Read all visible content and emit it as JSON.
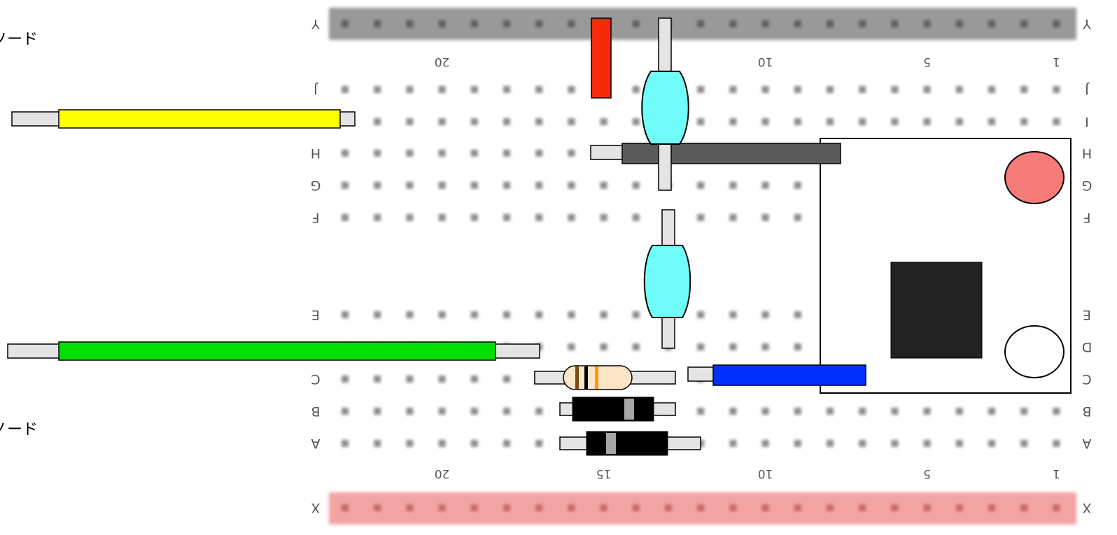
{
  "labels": {
    "cathode": "ソード",
    "anode": "ノード"
  },
  "breadboard": {
    "rail_top_letter": "Y",
    "rail_bottom_letter": "X",
    "row_letters_top": [
      "J",
      "I",
      "H",
      "G",
      "F"
    ],
    "row_letters_bottom": [
      "E",
      "D",
      "C",
      "B",
      "A"
    ],
    "column_numbers_top": [
      "20",
      "10",
      "5",
      "1"
    ],
    "column_numbers_bottom": [
      "20",
      "15",
      "10",
      "5",
      "1"
    ],
    "columns": 23
  },
  "colors": {
    "rail_top": "#999999",
    "rail_bottom": "#f4a3a3",
    "hole": "#8c8c8c",
    "wire_yellow": "#ffff00",
    "wire_green": "#00e000",
    "wire_blue": "#0030ff",
    "wire_gray": "#5a5a5a",
    "wire_red": "#f52a0a",
    "capacitor": "#70fcf8",
    "module_led": "#f47b78",
    "module_chip": "#222222",
    "resistor_body": "#fbe4c8",
    "diode_body": "#000000"
  }
}
